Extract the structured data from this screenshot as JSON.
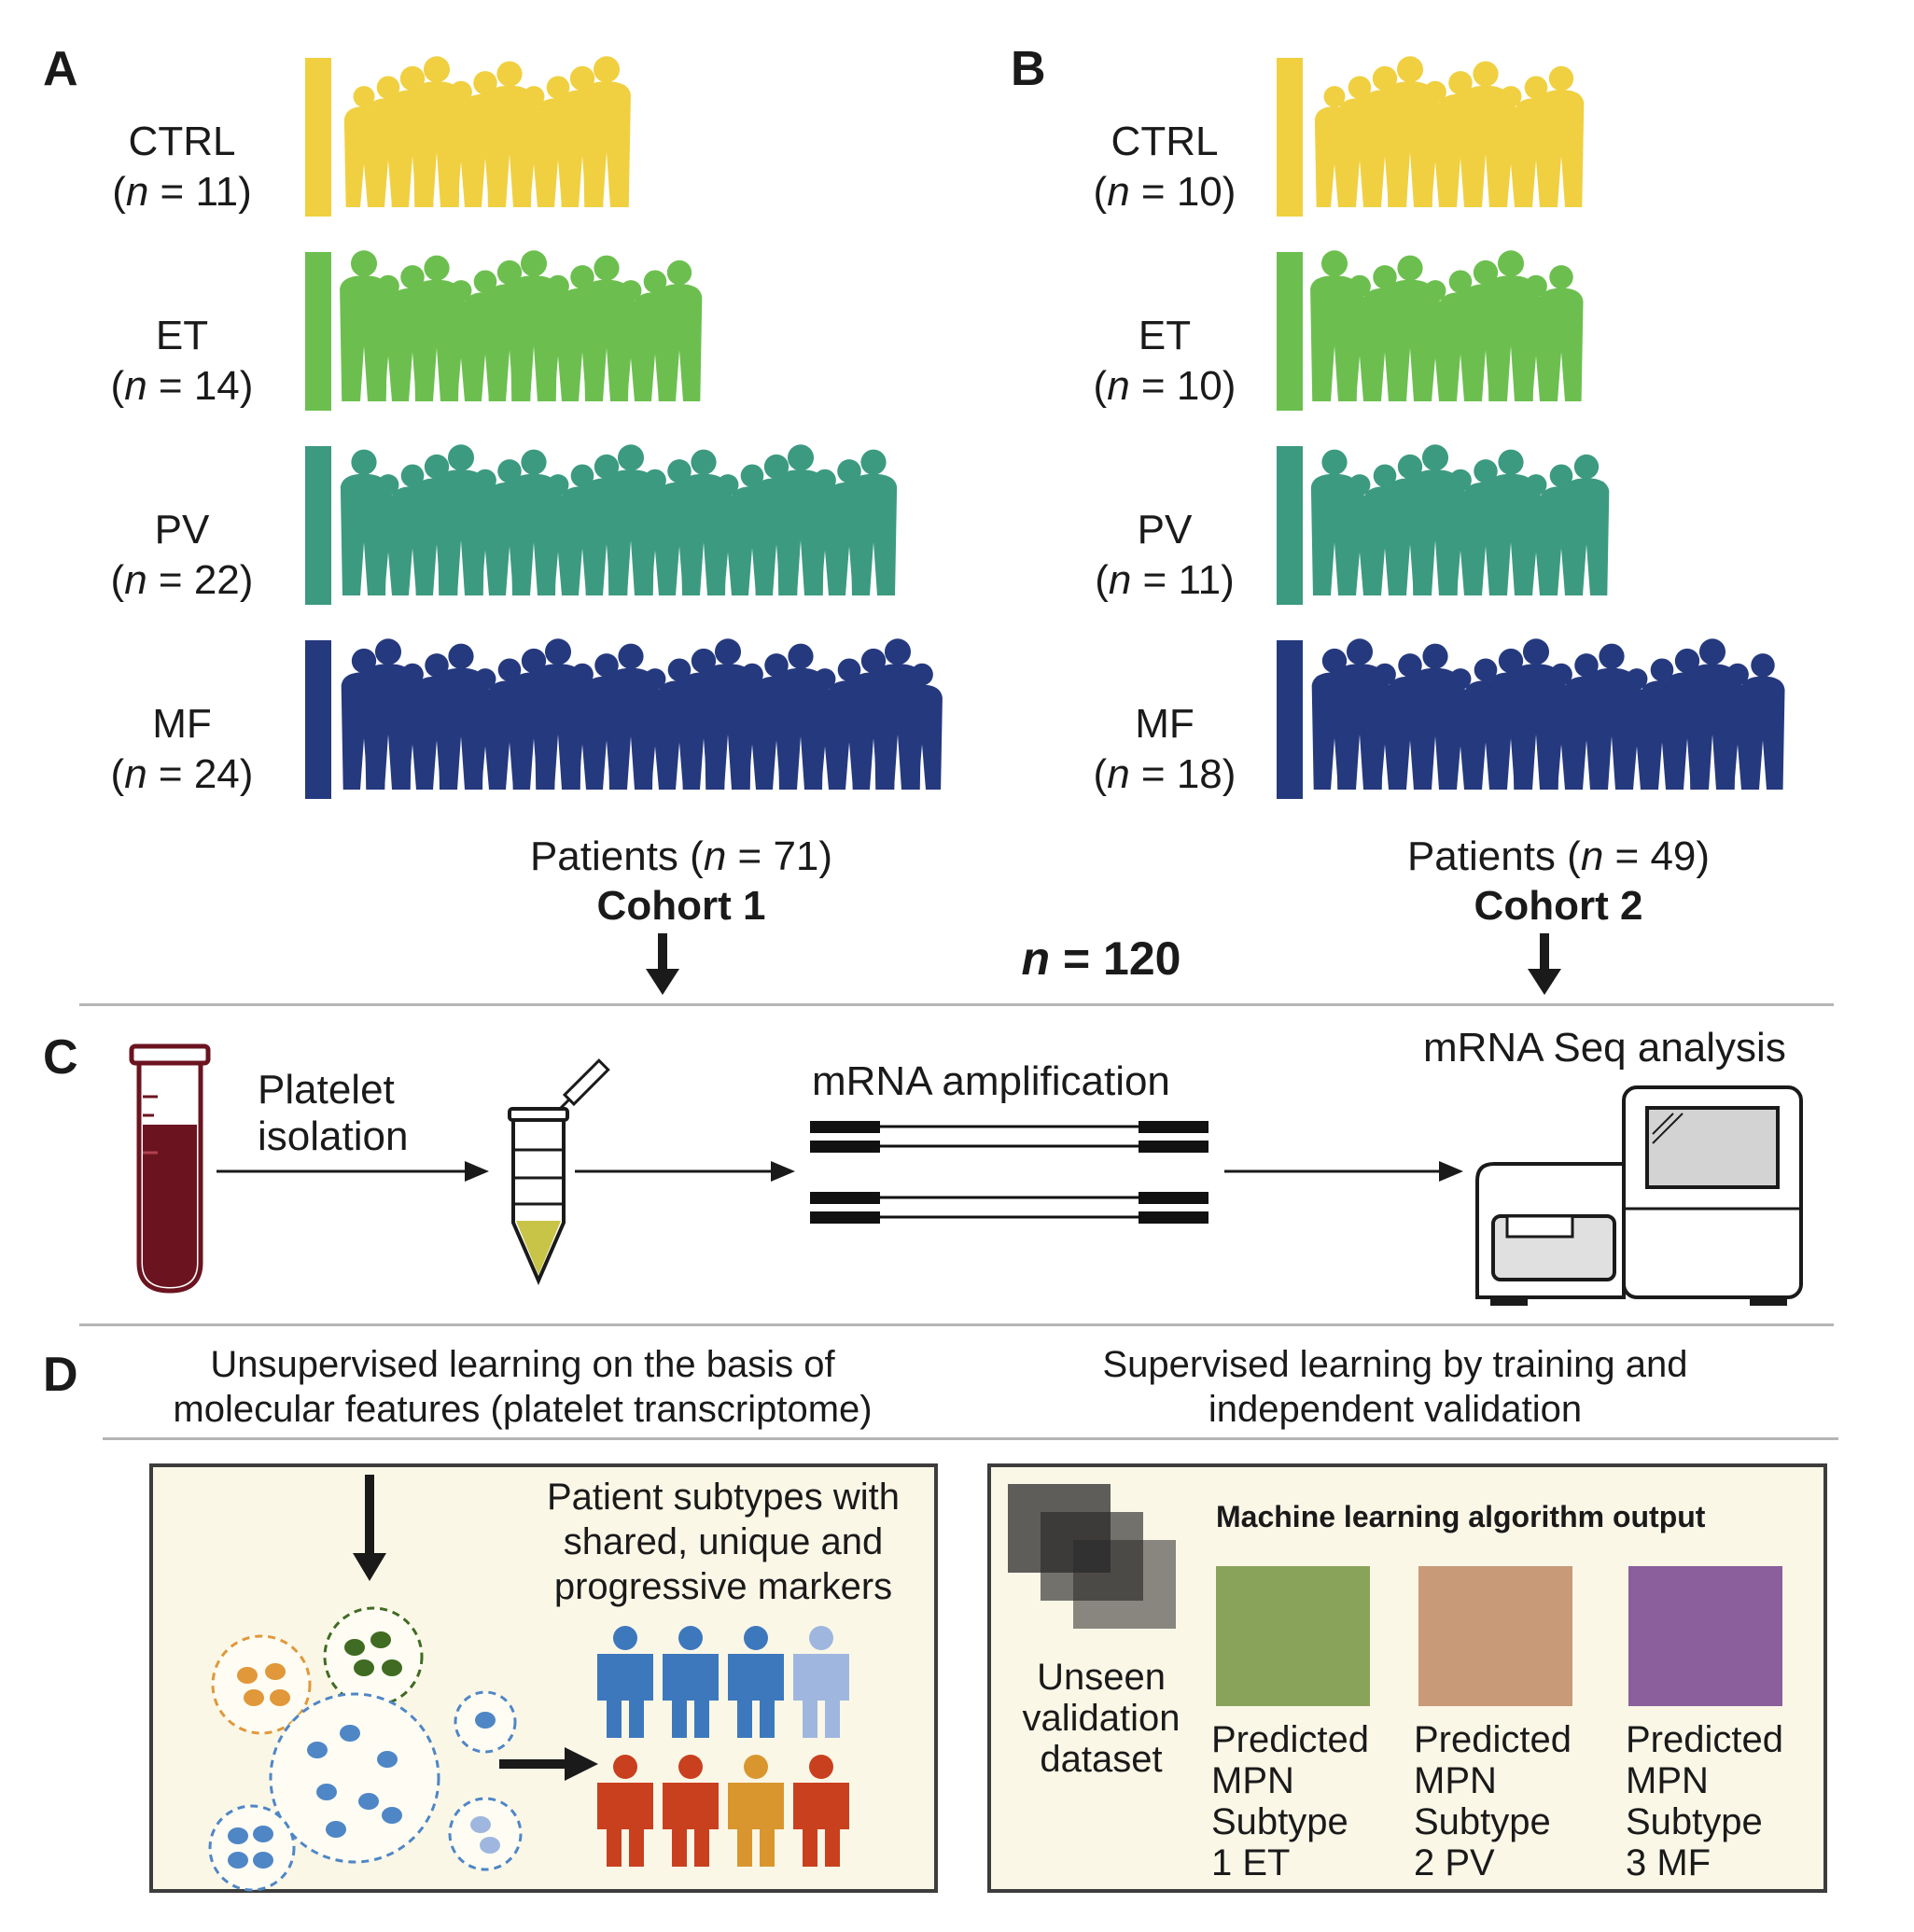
{
  "panels": {
    "a": "A",
    "b": "B",
    "c": "C",
    "d": "D"
  },
  "cohort1": {
    "groups": [
      {
        "name": "CTRL",
        "n_prefix": "(",
        "n_var": "n",
        "n_suffix": " = 11)",
        "n": 11,
        "color": "#f0d040"
      },
      {
        "name": "ET",
        "n_prefix": "(",
        "n_var": "n",
        "n_suffix": " = 14)",
        "n": 14,
        "color": "#6cbf4f"
      },
      {
        "name": "PV",
        "n_prefix": "(",
        "n_var": "n",
        "n_suffix": " = 22)",
        "n": 22,
        "color": "#3c9a80"
      },
      {
        "name": "MF",
        "n_prefix": "(",
        "n_var": "n",
        "n_suffix": " = 24)",
        "n": 24,
        "color": "#25397e"
      }
    ],
    "patients_prefix": "Patients (",
    "patients_var": "n",
    "patients_suffix": " = 71)",
    "title": "Cohort 1"
  },
  "cohort2": {
    "groups": [
      {
        "name": "CTRL",
        "n_prefix": "(",
        "n_var": "n",
        "n_suffix": " = 10)",
        "n": 10,
        "color": "#f0d040"
      },
      {
        "name": "ET",
        "n_prefix": "(",
        "n_var": "n",
        "n_suffix": " = 10)",
        "n": 10,
        "color": "#6cbf4f"
      },
      {
        "name": "PV",
        "n_prefix": "(",
        "n_var": "n",
        "n_suffix": " = 11)",
        "n": 11,
        "color": "#3c9a80"
      },
      {
        "name": "MF",
        "n_prefix": "(",
        "n_var": "n",
        "n_suffix": " = 18)",
        "n": 18,
        "color": "#25397e"
      }
    ],
    "patients_prefix": "Patients (",
    "patients_var": "n",
    "patients_suffix": " = 49)",
    "title": "Cohort 2"
  },
  "total": {
    "var": "n",
    "suffix": " = 120"
  },
  "workflow": {
    "step1_line1": "Platelet",
    "step1_line2": "isolation",
    "step2": "mRNA amplification",
    "step3": "mRNA Seq analysis"
  },
  "unsupervised": {
    "heading_line1": "Unsupervised learning on the basis of",
    "heading_line2": "molecular features (platelet transcriptome)",
    "result_line1": "Patient subtypes with",
    "result_line2": "shared, unique and",
    "result_line3": "progressive markers"
  },
  "supervised": {
    "heading_line1": "Supervised learning by training and",
    "heading_line2": "independent validation",
    "output_title": "Machine learning algorithm output",
    "unseen_line1": "Unseen",
    "unseen_line2": "validation",
    "unseen_line3": "dataset",
    "predictions": [
      {
        "l1": "Predicted",
        "l2": "MPN",
        "l3": "Subtype",
        "l4": "1 ET",
        "color": "#8aa35a"
      },
      {
        "l1": "Predicted",
        "l2": "MPN",
        "l3": "Subtype",
        "l4": "2 PV",
        "color": "#c89a78"
      },
      {
        "l1": "Predicted",
        "l2": "MPN",
        "l3": "Subtype",
        "l4": "3 MF",
        "color": "#8a5f9c"
      }
    ]
  },
  "colors": {
    "blood": "#6b1420",
    "platelet": "#c8c448",
    "person_blue": "#3d78bd",
    "person_lightblue": "#9fb7df",
    "person_red": "#c9401f",
    "person_orange": "#d9962f",
    "cluster_orange": "#e0983a",
    "cluster_green": "#3f6b22",
    "cluster_blue": "#4f86c6"
  }
}
